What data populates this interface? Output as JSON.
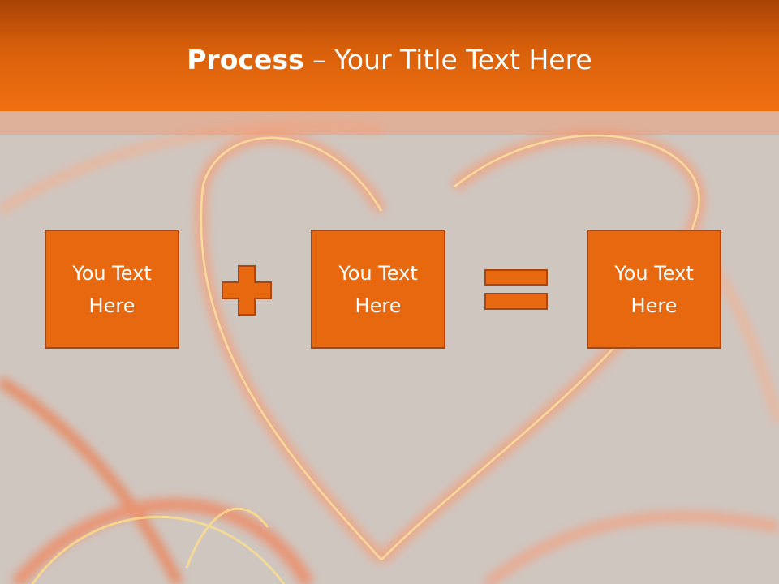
{
  "slide": {
    "title_bold": "Process",
    "title_rest": " – Your Title Text Here",
    "boxes": [
      {
        "label": "You Text Here"
      },
      {
        "label": "You Text Here"
      },
      {
        "label": "You Text Here"
      }
    ],
    "operators": [
      "plus",
      "equals"
    ]
  },
  "colors": {
    "header_top": "#a84306",
    "header_bottom": "#f07010",
    "box_fill": "#e8680f",
    "box_border": "#a9470e",
    "background": "#cfc6c0"
  }
}
